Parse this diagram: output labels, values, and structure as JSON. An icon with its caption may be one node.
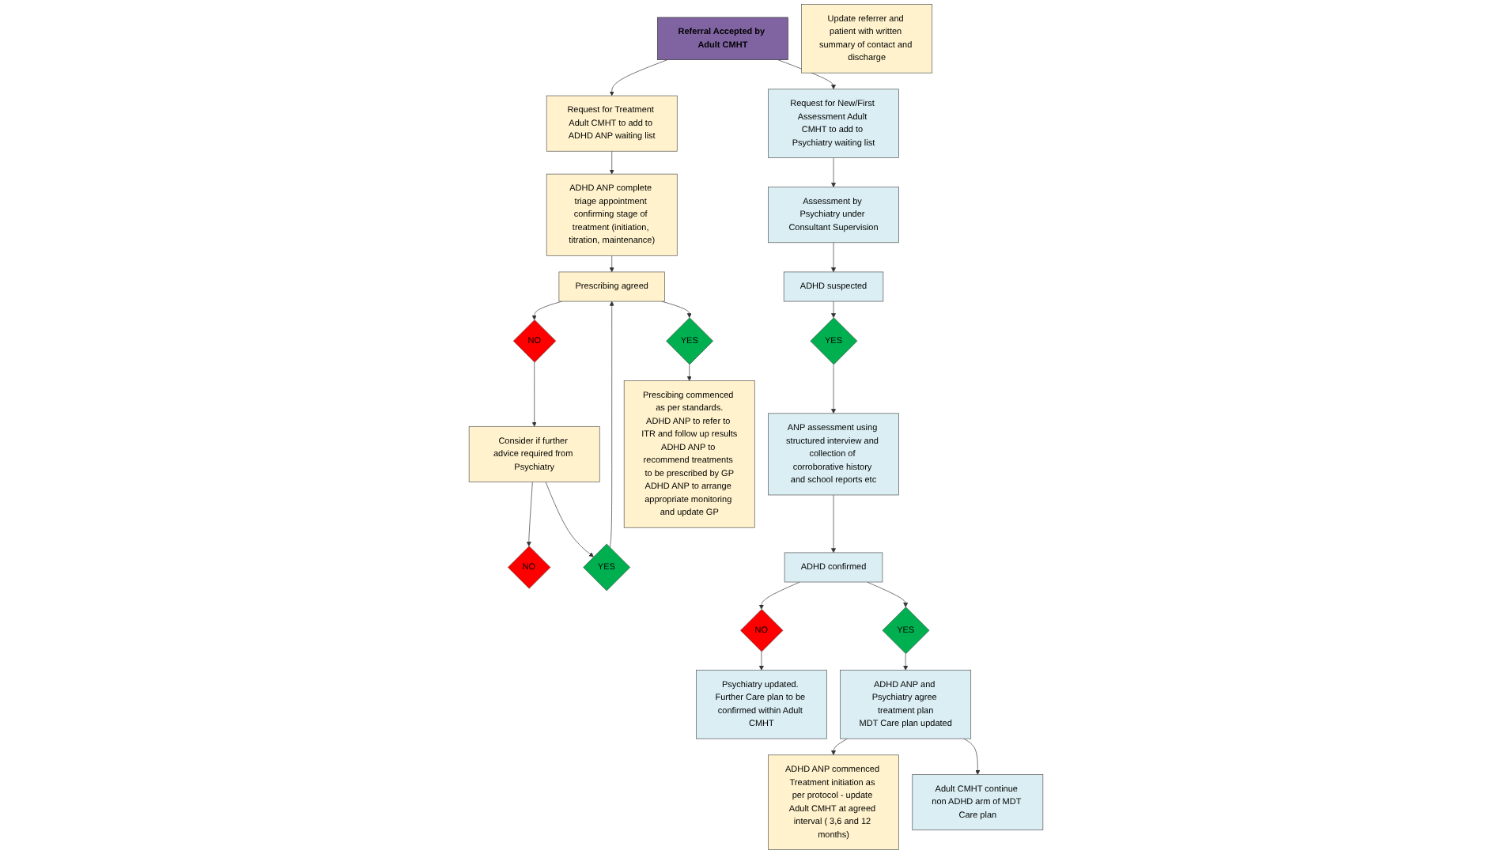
{
  "diagram": {
    "nodes": [
      {
        "text": [
          "Referral Accepted by Adult CMHT"
        ]
      },
      {
        "text": [
          "Request for Treatment Adult CMHT to add to ADHD ANP waiting list"
        ]
      },
      {
        "text": [
          "Request for New/First Assessment Adult CMHT to add to Psychiatry waiting list"
        ]
      },
      {
        "text": [
          "Assessment by Psychiatry under Consultant Supervision"
        ]
      },
      {
        "text": [
          "NO"
        ]
      },
      {
        "text": [
          "Consider if further advice required from Psychiatry"
        ]
      },
      {
        "text": [
          "YES"
        ]
      },
      {
        "text": [
          "Update referrer and patient with written summary of contact and discharge"
        ]
      },
      {
        "text": [
          "ADHD ANP complete triage appointment confirming stage of treatment (initiation, titration, maintenance)"
        ]
      },
      {
        "text": [
          "NO"
        ]
      },
      {
        "text": [
          "Prescribing agreed"
        ]
      },
      {
        "text": [
          "ANP assessment using structured interview and collection of corroborative history and school reports etc"
        ]
      },
      {
        "text": [
          "YES"
        ]
      },
      {
        "text": [
          "ADHD suspected"
        ]
      },
      {
        "text": [
          "YES"
        ]
      },
      {
        "text": [
          "ADHD confirmed"
        ]
      },
      {
        "text": [
          "NO"
        ]
      },
      {
        "text": [
          "Psychiatry updated. Further Care plan to be confirmed within Adult CMHT"
        ]
      },
      {
        "text": [
          "YES"
        ]
      },
      {
        "text": [
          "Prescibing commenced as per standards.",
          "ADHD ANP to refer to ITR and follow up results",
          "ADHD ANP to recommend treatments to be prescribed by GP",
          "ADHD ANP to arrange appropriate monitoring and update GP"
        ]
      },
      {
        "text": [
          "ADHD ANP commenced Treatment initiation as per protocol - update Adult CMHT at agreed interval ( 3,6 and 12 months)"
        ]
      },
      {
        "text": [
          "ADHD ANP and Psychiatry agree treatment plan",
          "MDT Care plan updated"
        ]
      },
      {
        "text": [
          "Adult CMHT continue non ADHD arm of MDT Care plan"
        ]
      }
    ],
    "edges": [
      {
        "from": 0,
        "to": 1,
        "arrow": "to"
      },
      {
        "from": 0,
        "to": 2,
        "arrow": "to"
      },
      {
        "from": 1,
        "to": 8,
        "arrow": "to"
      },
      {
        "from": 8,
        "to": 10,
        "arrow": "to"
      },
      {
        "from": 10,
        "to": 9,
        "arrow": "to"
      },
      {
        "from": 9,
        "to": 5,
        "arrow": "to"
      },
      {
        "from": 5,
        "to": 4,
        "arrow": "to"
      },
      {
        "from": 5,
        "to": 6,
        "arrow": "to"
      },
      {
        "from": 6,
        "to": 10,
        "arrow": "to"
      },
      {
        "from": 10,
        "to": 14,
        "arrow": "to"
      },
      {
        "from": 14,
        "to": 19,
        "arrow": "to"
      },
      {
        "from": 2,
        "to": 3,
        "arrow": "to"
      },
      {
        "from": 3,
        "to": 13,
        "arrow": "to"
      },
      {
        "from": 13,
        "to": 12,
        "arrow": "to"
      },
      {
        "from": 12,
        "to": 11,
        "arrow": "to"
      },
      {
        "from": 11,
        "to": 15,
        "arrow": "to"
      },
      {
        "from": 15,
        "to": 16,
        "arrow": "to"
      },
      {
        "from": 16,
        "to": 17,
        "arrow": "to"
      },
      {
        "from": 15,
        "to": 18,
        "arrow": "to"
      },
      {
        "from": 18,
        "to": 21,
        "arrow": "to"
      },
      {
        "from": 21,
        "to": 20,
        "arrow": "to"
      },
      {
        "from": 21,
        "to": 22,
        "arrow": "to"
      }
    ]
  }
}
